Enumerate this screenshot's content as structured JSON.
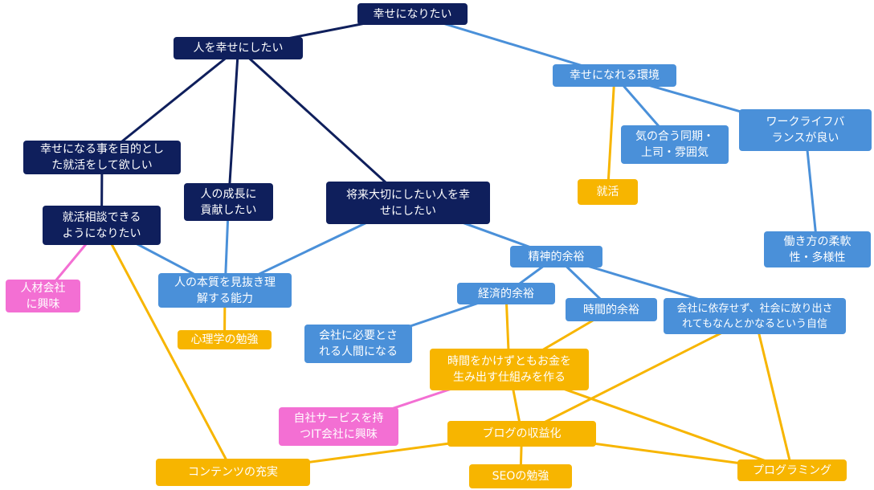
{
  "colors": {
    "navy": "#0f1f5c",
    "blue": "#4a90d9",
    "yellow": "#f7b500",
    "pink": "#f36fd3",
    "background": "#ffffff"
  },
  "nodes": [
    {
      "id": "root",
      "text": "幸せになりたい",
      "color": "navy"
    },
    {
      "id": "make-others-happy",
      "text": "人を幸せにしたい",
      "color": "navy"
    },
    {
      "id": "happy-environment",
      "text": "幸せになれる環境",
      "color": "blue"
    },
    {
      "id": "job-hunting-for-happiness",
      "text": "幸せになる事を目的とし\nた就活をして欲しい",
      "color": "navy"
    },
    {
      "id": "contribute-growth",
      "text": "人の成長に\n貢献したい",
      "color": "navy"
    },
    {
      "id": "future-important-person",
      "text": "将来大切にしたい人を幸\nせにしたい",
      "color": "navy"
    },
    {
      "id": "compatible-colleagues",
      "text": "気の合う同期・\n上司・雰囲気",
      "color": "blue"
    },
    {
      "id": "work-life-balance",
      "text": "ワークライフバ\nランスが良い",
      "color": "blue"
    },
    {
      "id": "job-hunting",
      "text": "就活",
      "color": "yellow"
    },
    {
      "id": "career-counseling",
      "text": "就活相談できる\nようになりたい",
      "color": "navy"
    },
    {
      "id": "flexible-work",
      "text": "働き方の柔軟\n性・多様性",
      "color": "blue"
    },
    {
      "id": "mental-margin",
      "text": "精神的余裕",
      "color": "blue"
    },
    {
      "id": "hr-interest",
      "text": "人材会社\nに興味",
      "color": "pink"
    },
    {
      "id": "see-through-essence",
      "text": "人の本質を見抜き理\n解する能力",
      "color": "blue"
    },
    {
      "id": "financial-margin",
      "text": "経済的余裕",
      "color": "blue"
    },
    {
      "id": "time-margin",
      "text": "時間的余裕",
      "color": "blue"
    },
    {
      "id": "self-reliant-confidence",
      "text": "会社に依存せず、社会に放り出さ\nれてもなんとかなるという自信",
      "color": "blue"
    },
    {
      "id": "psychology-study",
      "text": "心理学の勉強",
      "color": "yellow"
    },
    {
      "id": "needed-person",
      "text": "会社に必要とさ\nれる人間になる",
      "color": "blue"
    },
    {
      "id": "passive-income",
      "text": "時間をかけずともお金を\n生み出す仕組みを作る",
      "color": "yellow"
    },
    {
      "id": "own-service-it",
      "text": "自社サービスを持\nつIT会社に興味",
      "color": "pink"
    },
    {
      "id": "blog-monetize",
      "text": "ブログの収益化",
      "color": "yellow"
    },
    {
      "id": "rich-content",
      "text": "コンテンツの充実",
      "color": "yellow"
    },
    {
      "id": "seo-study",
      "text": "SEOの勉強",
      "color": "yellow"
    },
    {
      "id": "programming",
      "text": "プログラミング",
      "color": "yellow"
    }
  ],
  "edges": [
    {
      "from": "root",
      "to": "make-others-happy",
      "color": "navy"
    },
    {
      "from": "root",
      "to": "happy-environment",
      "color": "blue"
    },
    {
      "from": "make-others-happy",
      "to": "job-hunting-for-happiness",
      "color": "navy"
    },
    {
      "from": "make-others-happy",
      "to": "contribute-growth",
      "color": "navy"
    },
    {
      "from": "make-others-happy",
      "to": "future-important-person",
      "color": "navy"
    },
    {
      "from": "job-hunting-for-happiness",
      "to": "career-counseling",
      "color": "navy"
    },
    {
      "from": "happy-environment",
      "to": "compatible-colleagues",
      "color": "blue"
    },
    {
      "from": "happy-environment",
      "to": "work-life-balance",
      "color": "blue"
    },
    {
      "from": "happy-environment",
      "to": "job-hunting",
      "color": "yellow"
    },
    {
      "from": "work-life-balance",
      "to": "flexible-work",
      "color": "blue"
    },
    {
      "from": "future-important-person",
      "to": "mental-margin",
      "color": "blue"
    },
    {
      "from": "future-important-person",
      "to": "see-through-essence",
      "color": "blue"
    },
    {
      "from": "contribute-growth",
      "to": "see-through-essence",
      "color": "blue"
    },
    {
      "from": "career-counseling",
      "to": "see-through-essence",
      "color": "blue"
    },
    {
      "from": "career-counseling",
      "to": "hr-interest",
      "color": "pink"
    },
    {
      "from": "career-counseling",
      "to": "rich-content",
      "color": "yellow"
    },
    {
      "from": "see-through-essence",
      "to": "psychology-study",
      "color": "yellow"
    },
    {
      "from": "mental-margin",
      "to": "financial-margin",
      "color": "blue"
    },
    {
      "from": "mental-margin",
      "to": "time-margin",
      "color": "blue"
    },
    {
      "from": "mental-margin",
      "to": "self-reliant-confidence",
      "color": "blue"
    },
    {
      "from": "financial-margin",
      "to": "needed-person",
      "color": "blue"
    },
    {
      "from": "financial-margin",
      "to": "passive-income",
      "color": "yellow"
    },
    {
      "from": "time-margin",
      "to": "passive-income",
      "color": "yellow"
    },
    {
      "from": "self-reliant-confidence",
      "to": "blog-monetize",
      "color": "yellow"
    },
    {
      "from": "self-reliant-confidence",
      "to": "programming",
      "color": "yellow"
    },
    {
      "from": "passive-income",
      "to": "own-service-it",
      "color": "pink"
    },
    {
      "from": "passive-income",
      "to": "blog-monetize",
      "color": "yellow"
    },
    {
      "from": "passive-income",
      "to": "programming",
      "color": "yellow"
    },
    {
      "from": "blog-monetize",
      "to": "rich-content",
      "color": "yellow"
    },
    {
      "from": "blog-monetize",
      "to": "seo-study",
      "color": "yellow"
    },
    {
      "from": "blog-monetize",
      "to": "programming",
      "color": "yellow"
    }
  ]
}
